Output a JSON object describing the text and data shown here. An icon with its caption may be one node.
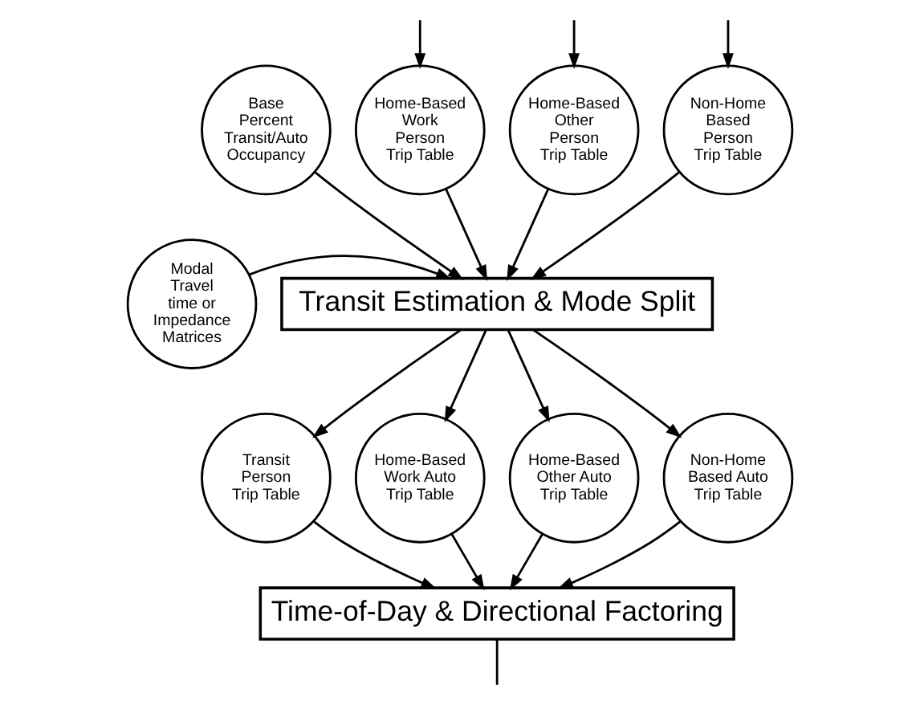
{
  "diagram": {
    "nodes": [
      {
        "text": [
          "Base Percent Transit/Auto Occupancy"
        ]
      },
      {
        "text": [
          "Home-Based Work Person Trip Table"
        ]
      },
      {
        "text": [
          "Home-Based Other Person Trip Table"
        ]
      },
      {
        "text": [
          "Non-Home Based Person Trip Table"
        ]
      },
      {
        "text": [
          "Modal Travel time or Impedance Matrices"
        ]
      },
      {
        "text": [
          "Transit Estimation & Mode Split"
        ]
      },
      {
        "text": [
          "Transit Person Trip Table"
        ]
      },
      {
        "text": [
          "Home-Based Work Auto Trip Table"
        ]
      },
      {
        "text": [
          "Home-Based Other Auto Trip Table"
        ]
      },
      {
        "text": [
          "Non-Home Based Auto Trip Table"
        ]
      },
      {
        "text": [
          "Time-of-Day & Directional Factoring"
        ]
      }
    ],
    "edges": [
      {
        "from": null,
        "to": 1,
        "arrow": "to"
      },
      {
        "from": null,
        "to": 2,
        "arrow": "to"
      },
      {
        "from": null,
        "to": 3,
        "arrow": "to"
      },
      {
        "from": 0,
        "to": 5,
        "arrow": "to"
      },
      {
        "from": 1,
        "to": 5,
        "arrow": "to"
      },
      {
        "from": 2,
        "to": 5,
        "arrow": "to"
      },
      {
        "from": 3,
        "to": 5,
        "arrow": "to"
      },
      {
        "from": 4,
        "to": 5,
        "arrow": "to"
      },
      {
        "from": 5,
        "to": 6,
        "arrow": "to"
      },
      {
        "from": 5,
        "to": 7,
        "arrow": "to"
      },
      {
        "from": 5,
        "to": 8,
        "arrow": "to"
      },
      {
        "from": 5,
        "to": 9,
        "arrow": "to"
      },
      {
        "from": 6,
        "to": 10,
        "arrow": "to"
      },
      {
        "from": 7,
        "to": 10,
        "arrow": "to"
      },
      {
        "from": 8,
        "to": 10,
        "arrow": "to"
      },
      {
        "from": 9,
        "to": 10,
        "arrow": "to"
      },
      {
        "from": 10,
        "to": null,
        "arrow": "none"
      }
    ]
  }
}
